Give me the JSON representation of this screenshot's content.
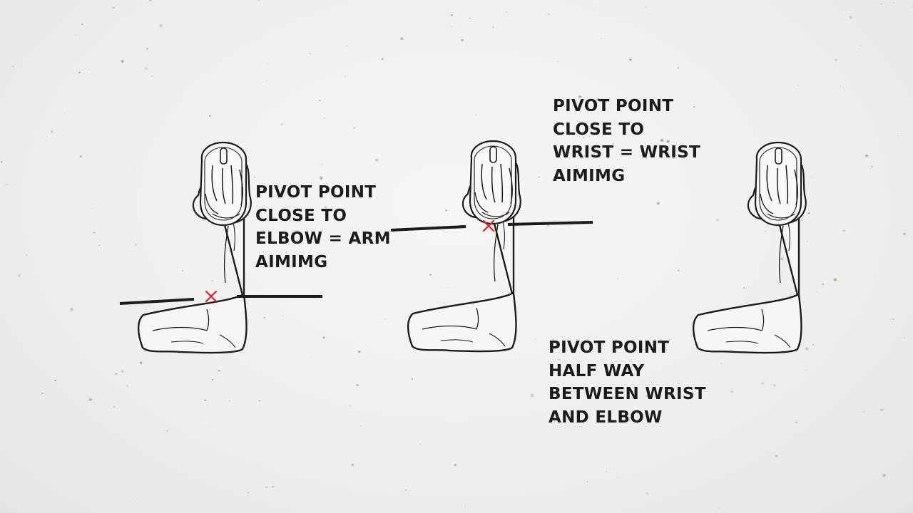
{
  "captions": {
    "elbow": [
      "PIVOT POINT",
      "CLOSE TO",
      "ELBOW = ARM",
      "AIMIMG"
    ],
    "wrist": [
      "PIVOT POINT",
      "CLOSE TO",
      "WRIST = WRIST",
      "AIMIMG"
    ],
    "half_way": [
      "PIVOT POINT",
      "HALF WAY",
      "BETWEEN WRIST",
      "AND ELBOW"
    ]
  },
  "colors": {
    "ink": "#1c1c1c",
    "pivot_marker": "#d9232d",
    "paper": "#f0efec"
  },
  "icons": {
    "pivot_marker": "red-x-icon",
    "arm": "arm-with-mouse-icon"
  }
}
